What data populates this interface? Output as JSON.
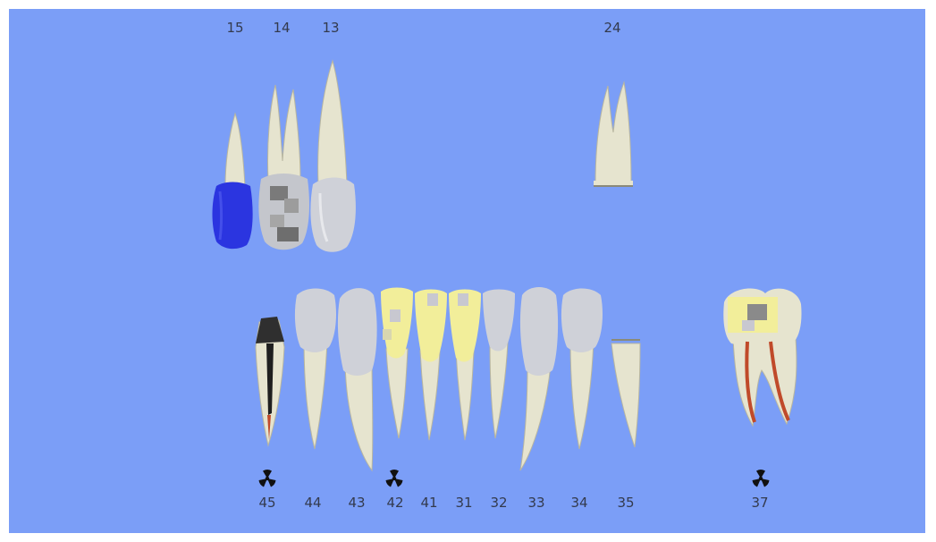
{
  "colors": {
    "background": "#7b9ef7",
    "tooth_enamel": "#e8e6d0",
    "tooth_crown_shade": "#c9ccd8",
    "filling_blue": "#2b35e0",
    "filling_yellow": "#f2ee9a",
    "filling_gray": "#8a8a8a",
    "root_canal_red": "#c04a2a",
    "number_text": "#333a4d"
  },
  "upper_numbers": {
    "t15": "15",
    "t14": "14",
    "t13": "13",
    "t24": "24"
  },
  "lower_numbers": {
    "t45": "45",
    "t44": "44",
    "t43": "43",
    "t42": "42",
    "t41": "41",
    "t31": "31",
    "t32": "32",
    "t33": "33",
    "t34": "34",
    "t35": "35",
    "t37": "37"
  },
  "xray_markers": [
    "45",
    "42",
    "37"
  ],
  "icons": {
    "xray_marker": "radiation-icon"
  }
}
